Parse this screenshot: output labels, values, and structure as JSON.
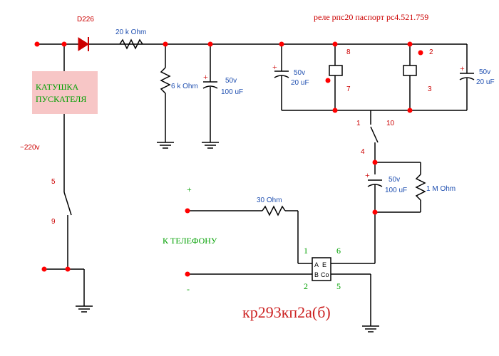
{
  "title": "реле рпс20 паспорт рс4.521.759",
  "chip": "кр293кп2а(б)",
  "coil": {
    "line1": "КАТУШКА",
    "line2": "ПУСКАТЕЛЯ"
  },
  "supply": "~220v",
  "diode": "D226",
  "r1": "20 k Ohm",
  "r2": "6 k Ohm",
  "c1": {
    "v": "50v",
    "c": "100 uF"
  },
  "c2": {
    "v": "50v",
    "c": "20 uF"
  },
  "c3": {
    "v": "50v",
    "c": "20 uF"
  },
  "c4": {
    "v": "50v",
    "c": "100 uF"
  },
  "r3": "1 M Ohm",
  "r4": "30 Ohm",
  "phone": "К ТЕЛЕФОНУ",
  "plus": "+",
  "minus": "-",
  "pins": {
    "p5": "5",
    "p9": "9",
    "p8": "8",
    "p7": "7",
    "p2": "2",
    "p3": "3",
    "p1": "1",
    "p10": "10",
    "p4": "4",
    "chip1": "1",
    "chip2": "2",
    "chip6": "6",
    "chip5": "5",
    "A": "A",
    "B": "B",
    "E": "E",
    "Co": "Co"
  }
}
